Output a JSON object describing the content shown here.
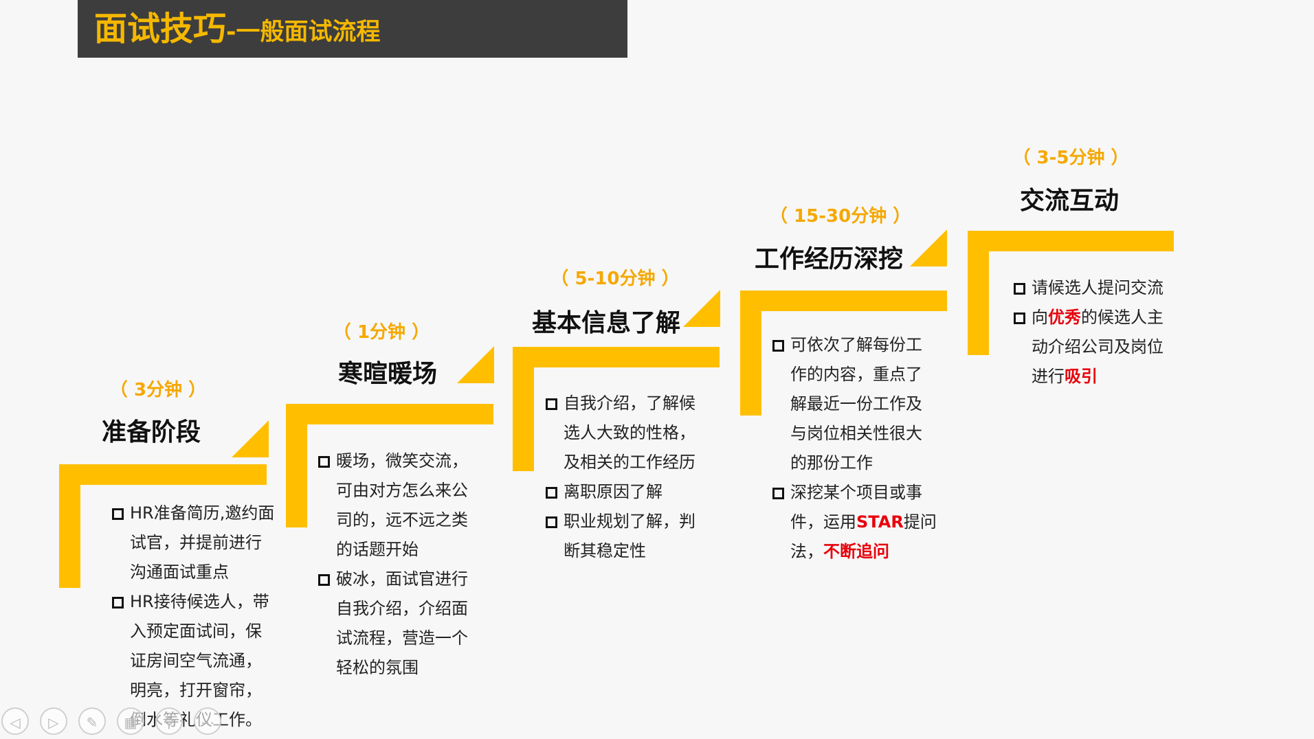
{
  "header": {
    "title_main": "面试技巧",
    "title_sub": "-一般面试流程"
  },
  "colors": {
    "accent": "#ffbf00",
    "duration_text": "#f5a800",
    "title_bar": "#3d3d3d",
    "highlight": "#e8000b"
  },
  "stages": [
    {
      "duration": "（ 3分钟 ）",
      "title": "准备阶段",
      "bullets": [
        {
          "lines": [
            "HR准备简历,邀约面",
            "试官，并提前进行",
            "沟通面试重点"
          ]
        },
        {
          "lines": [
            "HR接待候选人，带",
            "入预定面试间，保",
            "证房间空气流通，",
            "明亮，打开窗帘，",
            "倒水等礼仪工作。"
          ]
        }
      ]
    },
    {
      "duration": "（ 1分钟 ）",
      "title": "寒暄暖场",
      "bullets": [
        {
          "lines": [
            "暖场，微笑交流，",
            "可由对方怎么来公",
            "司的，远不远之类",
            "的话题开始"
          ]
        },
        {
          "lines": [
            "破冰，面试官进行",
            "自我介绍，介绍面",
            "试流程，营造一个",
            "轻松的氛围"
          ]
        }
      ]
    },
    {
      "duration": "（ 5-10分钟 ）",
      "title": "基本信息了解",
      "bullets": [
        {
          "lines": [
            "自我介绍，了解候",
            "选人大致的性格，",
            "及相关的工作经历"
          ]
        },
        {
          "lines": [
            "离职原因了解"
          ]
        },
        {
          "lines": [
            "职业规划了解，判",
            "断其稳定性"
          ]
        }
      ]
    },
    {
      "duration": "（ 15-30分钟 ）",
      "title": "工作经历深挖",
      "bullets": [
        {
          "lines": [
            "可依次了解每份工",
            "作的内容，重点了",
            "解最近一份工作及",
            "与岗位相关性很大",
            "的那份工作"
          ]
        },
        {
          "line1": "深挖某个项目或事",
          "line2_pre": "件，运用",
          "line2_hl": "STAR",
          "line2_post": "提问",
          "line3_pre": "法，",
          "line3_hl": "不断追问"
        }
      ]
    },
    {
      "duration": "（ 3-5分钟 ）",
      "title": "交流互动",
      "bullets": [
        {
          "lines": [
            "请候选人提问交流"
          ]
        },
        {
          "line1_pre": "向",
          "line1_hl": "优秀",
          "line1_post": "的候选人主",
          "line2": "动介绍公司及岗位",
          "line3_pre": "进行",
          "line3_hl": "吸引"
        }
      ]
    }
  ],
  "navigation": {
    "prev_icon": "prev-slide-icon",
    "next_icon": "next-slide-icon",
    "pen_icon": "pen-icon",
    "menu_icon": "slides-menu-icon",
    "zoom_icon": "zoom-icon",
    "more_icon": "more-icon"
  }
}
